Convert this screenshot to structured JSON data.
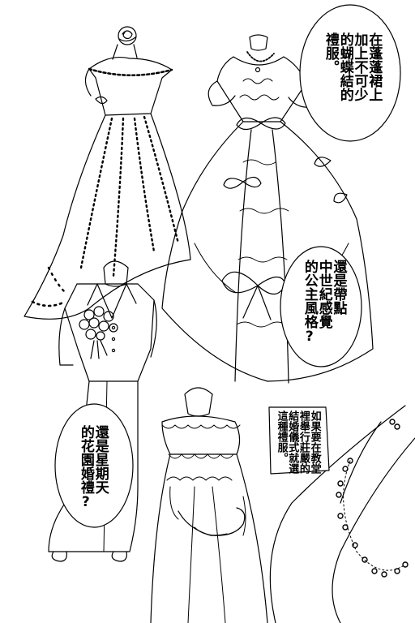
{
  "page": {
    "background": "#ffffff",
    "ink": "#000000"
  },
  "bubbles": {
    "top_right": "在蓬蓬裙上\n加上不可少\n的蝴蝶結的\n禮服。",
    "middle_right": "還是帶點\n中世紀感覺\n的公主風格?",
    "bottom_right": "如果要在教堂\n裡舉行莊嚴的\n結婚儀式就選\n這種禮服。",
    "bottom_left": "還是星期天\n的花園婚禮?"
  },
  "illustrations": [
    "off-shoulder-gown-with-rose",
    "bow-ballgown-with-necklace",
    "suit-with-bouquet",
    "lace-gown-with-gloves",
    "veil-with-floral-garland"
  ]
}
